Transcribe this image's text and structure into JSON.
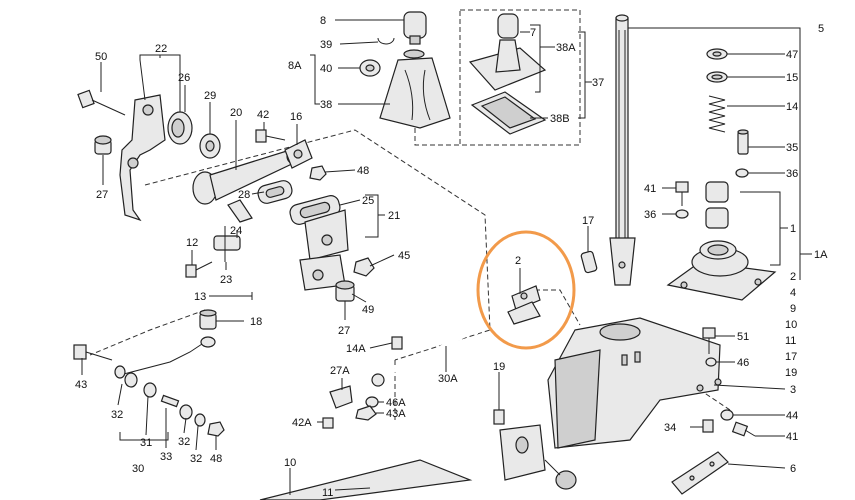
{
  "labels": {
    "l50": "50",
    "l22": "22",
    "l26": "26",
    "l29": "29",
    "l20": "20",
    "l42": "42",
    "l16": "16",
    "l27a": "27",
    "l28": "28",
    "l48a": "48",
    "l25": "25",
    "l21": "21",
    "l24": "24",
    "l12": "12",
    "l23": "23",
    "l13": "13",
    "l45": "45",
    "l49": "49",
    "l27b": "27",
    "l18": "18",
    "l43": "43",
    "l32a": "32",
    "l31": "31",
    "l33": "33",
    "l32b": "32",
    "l32c": "32",
    "l48b": "48",
    "l30": "30",
    "l14a": "14A",
    "l30a": "30A",
    "l27ab": "27A",
    "l46a": "46A",
    "l43a": "43A",
    "l42a": "42A",
    "l19": "19",
    "l10": "10",
    "l11a": "11",
    "l8": "8",
    "l39": "39",
    "l8a": "8A",
    "l40": "40",
    "l38": "38",
    "l7": "7",
    "l38a": "38A",
    "l37": "37",
    "l38b": "38B",
    "l5": "5",
    "l47": "47",
    "l15": "15",
    "l14": "14",
    "l35": "35",
    "l36a": "36",
    "l41a": "41",
    "l36b": "36",
    "l17a": "17",
    "l1": "1",
    "l1a": "1A",
    "l2a": "2",
    "l2b": "2",
    "l4": "4",
    "l9": "9",
    "l10b": "10",
    "l11b": "11",
    "l17b": "17",
    "l19b": "19",
    "l3": "3",
    "l51": "51",
    "l46": "46",
    "l44": "44",
    "l34": "34",
    "l41b": "41",
    "l6": "6"
  },
  "colors": {
    "highlight_circle": "#f29a4a",
    "line": "#222222"
  },
  "highlight": {
    "label": "2"
  }
}
